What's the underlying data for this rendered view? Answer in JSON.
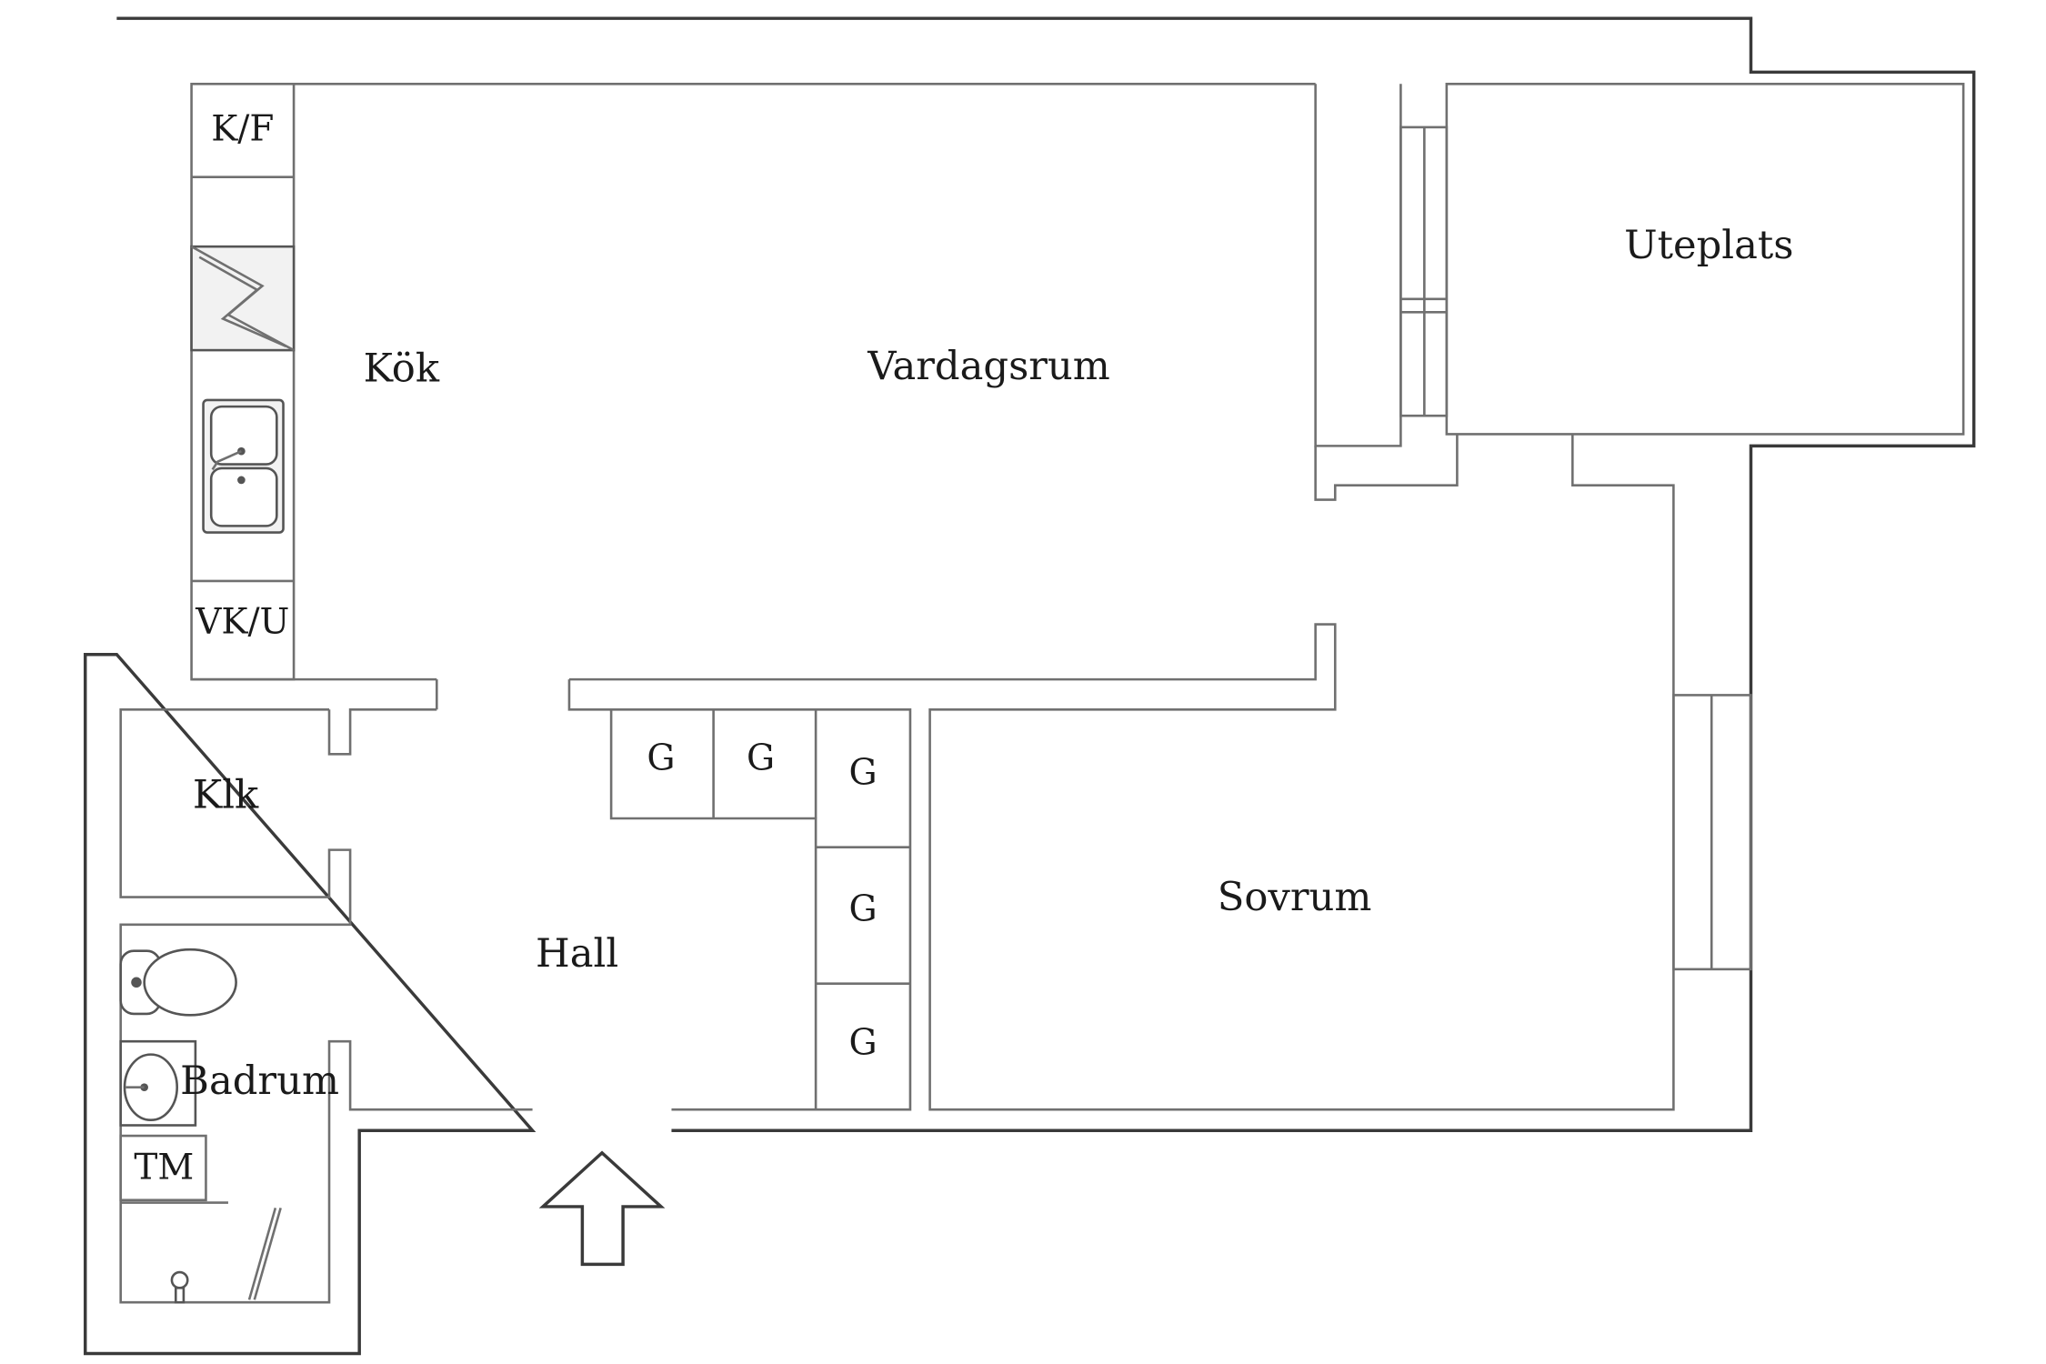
{
  "rooms": {
    "kok": "Kök",
    "vardagsrum": "Vardagsrum",
    "uteplats": "Uteplats",
    "klk": "Klk",
    "hall": "Hall",
    "badrum": "Badrum",
    "sovrum": "Sovrum"
  },
  "appliances": {
    "kf": "K/F",
    "vku": "VK/U",
    "tm": "TM"
  },
  "wardrobes": [
    "G",
    "G",
    "G",
    "G",
    "G"
  ]
}
